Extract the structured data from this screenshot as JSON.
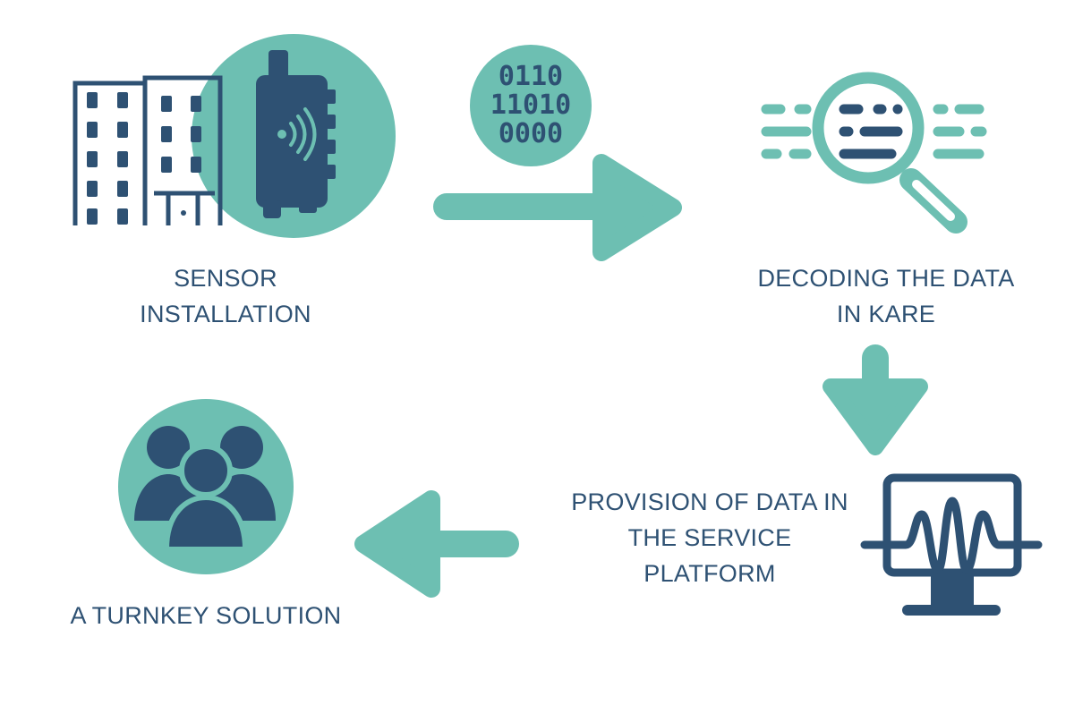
{
  "colors": {
    "navy": "#2e5173",
    "teal": "#6dbfb2",
    "background": "#ffffff"
  },
  "steps": [
    {
      "id": "sensor-installation",
      "lines": [
        "SENSOR",
        "INSTALLATION"
      ],
      "icon": "building-with-sensor-icon"
    },
    {
      "id": "decoding",
      "lines": [
        "DECODING THE DATA",
        "IN KARE"
      ],
      "icon": "magnifier-data-icon"
    },
    {
      "id": "provision",
      "lines": [
        "PROVISION OF DATA IN",
        "THE SERVICE",
        "PLATFORM"
      ],
      "icon": "monitor-signal-icon"
    },
    {
      "id": "turnkey",
      "lines": [
        "A TURNKEY SOLUTION"
      ],
      "icon": "users-group-icon"
    }
  ],
  "binary": {
    "lines": [
      "0110",
      "11010",
      "0000"
    ],
    "icon": "binary-data-icon"
  },
  "arrows": [
    "arrow-right-icon",
    "arrow-down-icon",
    "arrow-left-icon"
  ]
}
